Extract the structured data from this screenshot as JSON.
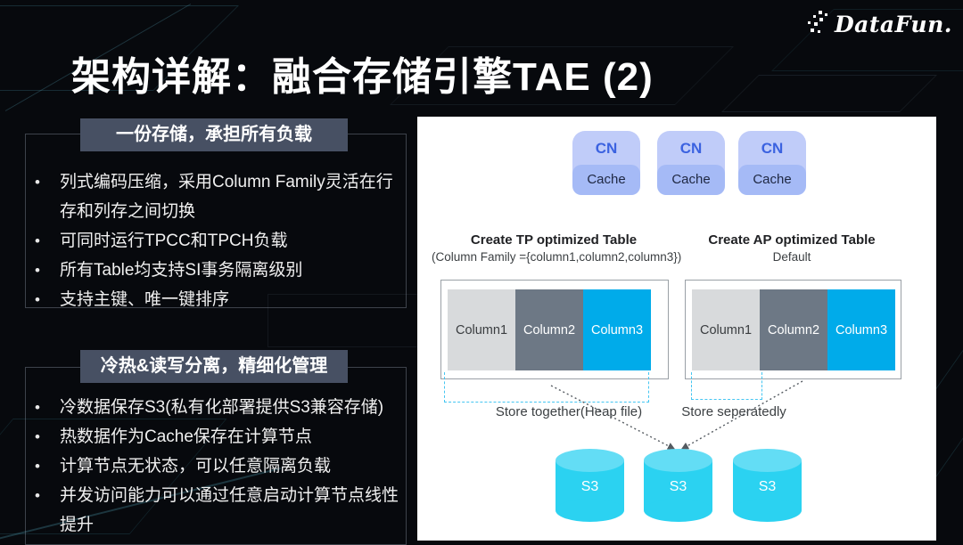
{
  "logo": {
    "text": "DataFun."
  },
  "title": "架构详解：融合存储引擎TAE (2)",
  "sections": [
    {
      "header": "一份存储，承担所有负载",
      "bullets": [
        "列式编码压缩，采用Column Family灵活在行存和列存之间切换",
        "可同时运行TPCC和TPCH负载",
        "所有Table均支持SI事务隔离级别",
        "支持主键、唯一键排序"
      ]
    },
    {
      "header": "冷热&读写分离，精细化管理",
      "bullets": [
        "冷数据保存S3(私有化部署提供S3兼容存储)",
        "热数据作为Cache保存在计算节点",
        "计算节点无状态，可以任意隔离负载",
        "并发访问能力可以通过任意启动计算节点线性提升"
      ]
    }
  ],
  "diagram": {
    "cn_nodes": [
      {
        "label": "CN",
        "cache": "Cache"
      },
      {
        "label": "CN",
        "cache": "Cache"
      },
      {
        "label": "CN",
        "cache": "Cache"
      }
    ],
    "tp_table": {
      "title": "Create TP optimized Table",
      "subtitle": "(Column Family ={column1,column2,column3})",
      "columns": [
        "Column1",
        "Column2",
        "Column3"
      ],
      "store_label": "Store together(Heap file)"
    },
    "ap_table": {
      "title": "Create AP optimized Table",
      "subtitle": "Default",
      "columns": [
        "Column1",
        "Column2",
        "Column3"
      ],
      "store_label": "Store seperatedly"
    },
    "s3_nodes": [
      "S3",
      "S3",
      "S3"
    ],
    "colors": {
      "header_box": "#475063",
      "cn_box": "#c0ccf9",
      "cn_text": "#3b62e0",
      "cache_band": "#a5baf6",
      "column1": "#d8dadc",
      "column2": "#6d7885",
      "column3": "#00abea",
      "bracket_dash": "#45c6f2",
      "s3_body": "#2bd2f1",
      "s3_top": "#63ddf5",
      "panel_bg": "#ffffff",
      "page_bg": "#07090d"
    }
  }
}
